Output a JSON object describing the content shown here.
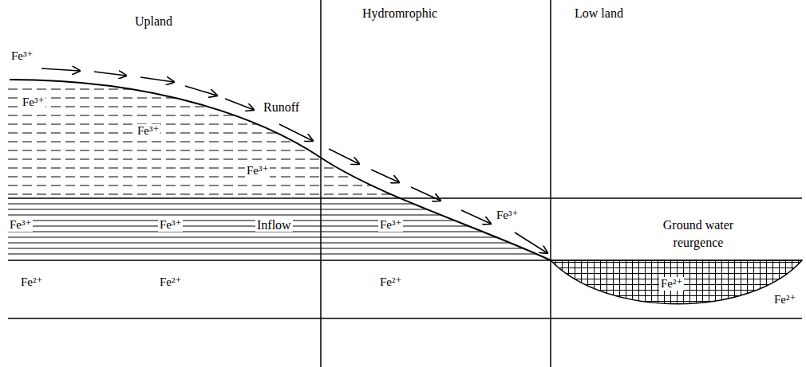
{
  "diagram": {
    "labels": [
      "Upland",
      "Hydromrophic",
      "Low land",
      "Fe³⁺",
      "Fe³⁺",
      "Runoff",
      "Fe³⁺",
      "Fe³⁺",
      "Fe³⁺",
      "Ground water reurgence",
      "Fe³⁺",
      "Fe³⁺",
      "Inflow",
      "Fe³⁺",
      "Fe²⁺",
      "Fe²⁺",
      "Fe²⁺",
      "Fe²⁺",
      "Fe²⁺"
    ]
  }
}
